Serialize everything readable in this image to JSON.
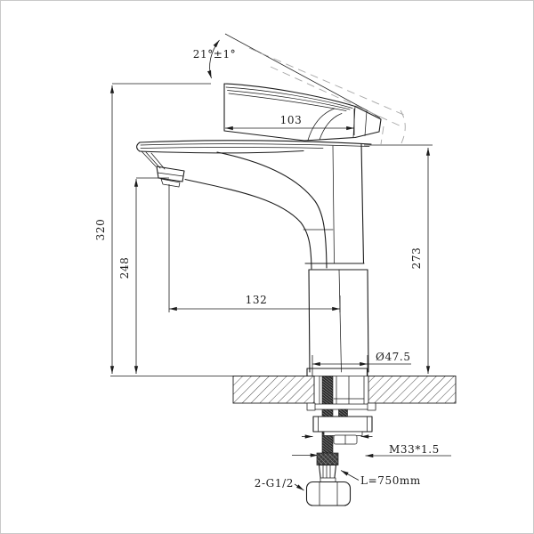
{
  "drawing": {
    "kind": "faucet-installation-dimension-drawing",
    "labels": {
      "handle_angle": "21°±1°",
      "handle_length": "103",
      "overall_height": "320",
      "spout_outlet_height": "248",
      "body_top_height": "273",
      "spout_reach": "132",
      "body_diameter": "Ø47.5",
      "mount_thread": "M33*1.5",
      "hose_connection": "2-G1/2",
      "hose_length": "L=750mm"
    },
    "colors": {
      "line": "#1c1c1c",
      "phantom_dash": "#a6a6a6",
      "background": "#ffffff",
      "frame": "#c9c9c9"
    }
  }
}
